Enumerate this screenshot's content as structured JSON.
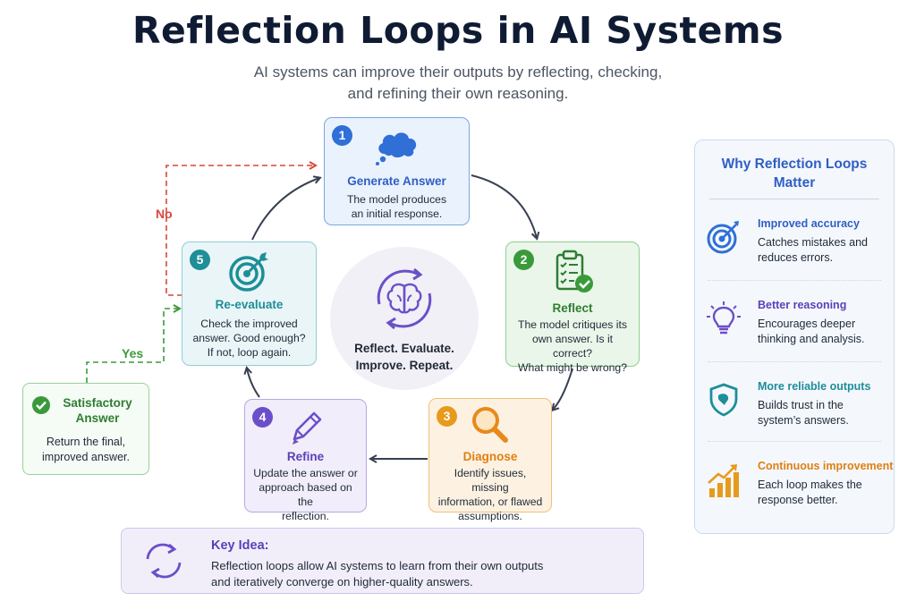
{
  "header": {
    "title": "Reflection Loops in AI Systems",
    "subtitle_line1": "AI systems can improve their outputs by reflecting, checking,",
    "subtitle_line2": "and refining their own reasoning."
  },
  "steps": [
    {
      "number": "1",
      "title": "Generate Answer",
      "desc_lines": [
        "The model produces",
        "an initial response."
      ],
      "color": "#2f6fd6",
      "icon": "thought-cloud-icon"
    },
    {
      "number": "2",
      "title": "Reflect",
      "desc_lines": [
        "The model critiques its",
        "own answer. Is it correct?",
        "What might be wrong?"
      ],
      "color": "#3a9a3a",
      "icon": "checklist-clipboard-icon"
    },
    {
      "number": "3",
      "title": "Diagnose",
      "desc_lines": [
        "Identify issues, missing",
        "information, or flawed",
        "assumptions."
      ],
      "color": "#e89a1c",
      "icon": "magnifier-icon"
    },
    {
      "number": "4",
      "title": "Refine",
      "desc_lines": [
        "Update the answer or",
        "approach based on the",
        "reflection."
      ],
      "color": "#6b4fc8",
      "icon": "pencil-icon"
    },
    {
      "number": "5",
      "title": "Re-evaluate",
      "desc_lines": [
        "Check the improved",
        "answer. Good enough?",
        "If not, loop again."
      ],
      "color": "#1e8e98",
      "icon": "target-icon"
    }
  ],
  "center": {
    "line1": "Reflect. Evaluate.",
    "line2": "Improve. Repeat.",
    "icon": "brain-cycle-icon"
  },
  "branches": {
    "no_label": "No",
    "yes_label": "Yes",
    "no_color": "#d9473c",
    "yes_color": "#3a9a3a"
  },
  "satisfactory": {
    "title_line1": "Satisfactory",
    "title_line2": "Answer",
    "desc_line1": "Return the final,",
    "desc_line2": "improved answer.",
    "icon": "check-circle-icon"
  },
  "key_idea": {
    "title": "Key Idea:",
    "line1": "Reflection loops allow AI systems to learn from their own outputs",
    "line2": "and iteratively converge on higher-quality answers.",
    "icon": "cycle-arrows-icon"
  },
  "why": {
    "title_line1": "Why Reflection Loops",
    "title_line2": "Matter",
    "items": [
      {
        "title": "Improved accuracy",
        "desc_lines": [
          "Catches mistakes and",
          "reduces errors."
        ],
        "color": "#2f6fd6",
        "icon": "target-icon"
      },
      {
        "title": "Better reasoning",
        "desc_lines": [
          "Encourages deeper",
          "thinking and analysis."
        ],
        "color": "#6b4fc8",
        "icon": "lightbulb-icon"
      },
      {
        "title": "More reliable outputs",
        "desc_lines": [
          "Builds trust in the",
          "system’s answers."
        ],
        "color": "#1e8e98",
        "icon": "shield-icon"
      },
      {
        "title": "Continuous improvement",
        "desc_lines": [
          "Each loop makes the",
          "response better."
        ],
        "color": "#e89a1c",
        "icon": "growth-chart-icon"
      }
    ]
  }
}
